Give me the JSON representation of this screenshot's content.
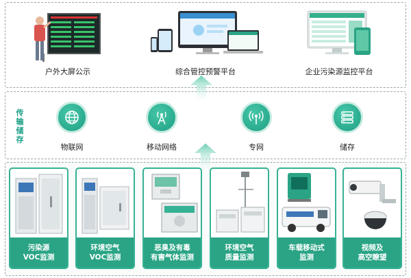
{
  "top_nodes": [
    {
      "label": "户外大屏公示",
      "icon": "outdoor-screen-icon"
    },
    {
      "label": "综合管控预警平台",
      "icon": "multi-device-platform-icon"
    },
    {
      "label": "企业污染源监控平台",
      "icon": "monitor-platform-icon"
    }
  ],
  "side_label": "传输储存",
  "transport": [
    {
      "label": "物联网",
      "icon": "globe-icon"
    },
    {
      "label": "移动网络",
      "icon": "antenna-icon"
    },
    {
      "label": "专网",
      "icon": "radio-tower-icon"
    },
    {
      "label": "储存",
      "icon": "server-icon"
    }
  ],
  "monitors": [
    {
      "line1": "污染源",
      "line2": "VOC监测",
      "icon": "voc-cabinet-icon"
    },
    {
      "line1": "环境空气",
      "line2": "VOC监测",
      "icon": "air-voc-cabinet-icon"
    },
    {
      "line1": "恶臭及有毒",
      "line2": "有害气体监测",
      "icon": "gas-detector-icon"
    },
    {
      "line1": "环境空气",
      "line2": "质量监测",
      "icon": "air-station-icon"
    },
    {
      "line1": "车载移动式",
      "line2": "监测",
      "icon": "monitoring-vehicle-icon"
    },
    {
      "line1": "视频及",
      "line2": "高空瞭望",
      "icon": "camera-icon"
    }
  ],
  "colors": {
    "accent": "#2aa485",
    "arrow": "#7fd6bf",
    "side_text": "#1a9f86"
  }
}
